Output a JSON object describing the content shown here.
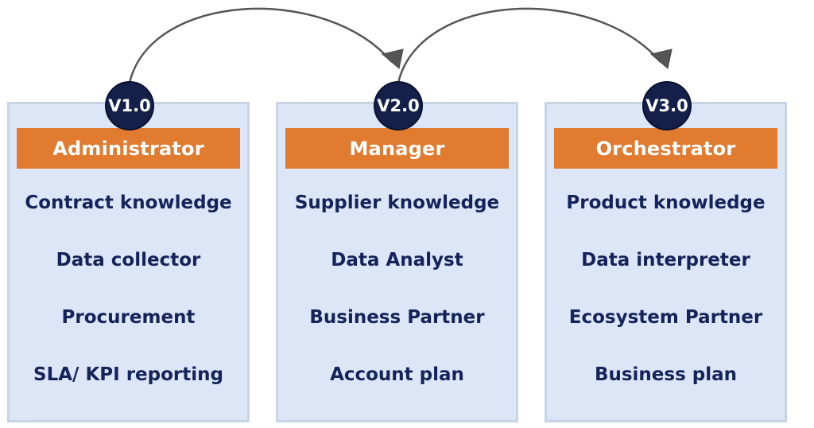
{
  "stages": [
    {
      "version": "V1.0",
      "role": "Administrator",
      "items": [
        "Contract knowledge",
        "Data collector",
        "Procurement",
        "SLA/ KPI reporting"
      ]
    },
    {
      "version": "V2.0",
      "role": "Manager",
      "items": [
        "Supplier knowledge",
        "Data Analyst",
        "Business Partner",
        "Account plan"
      ]
    },
    {
      "version": "V3.0",
      "role": "Orchestrator",
      "items": [
        "Product knowledge",
        "Data interpreter",
        "Ecosystem Partner",
        "Business plan"
      ]
    }
  ],
  "colors": {
    "card_bg": "#dde6f6",
    "card_border": "#c7d4e6",
    "role_bar": "#e07b30",
    "badge": "#14204a",
    "item_text": "#14235a",
    "arrow": "#555555"
  }
}
